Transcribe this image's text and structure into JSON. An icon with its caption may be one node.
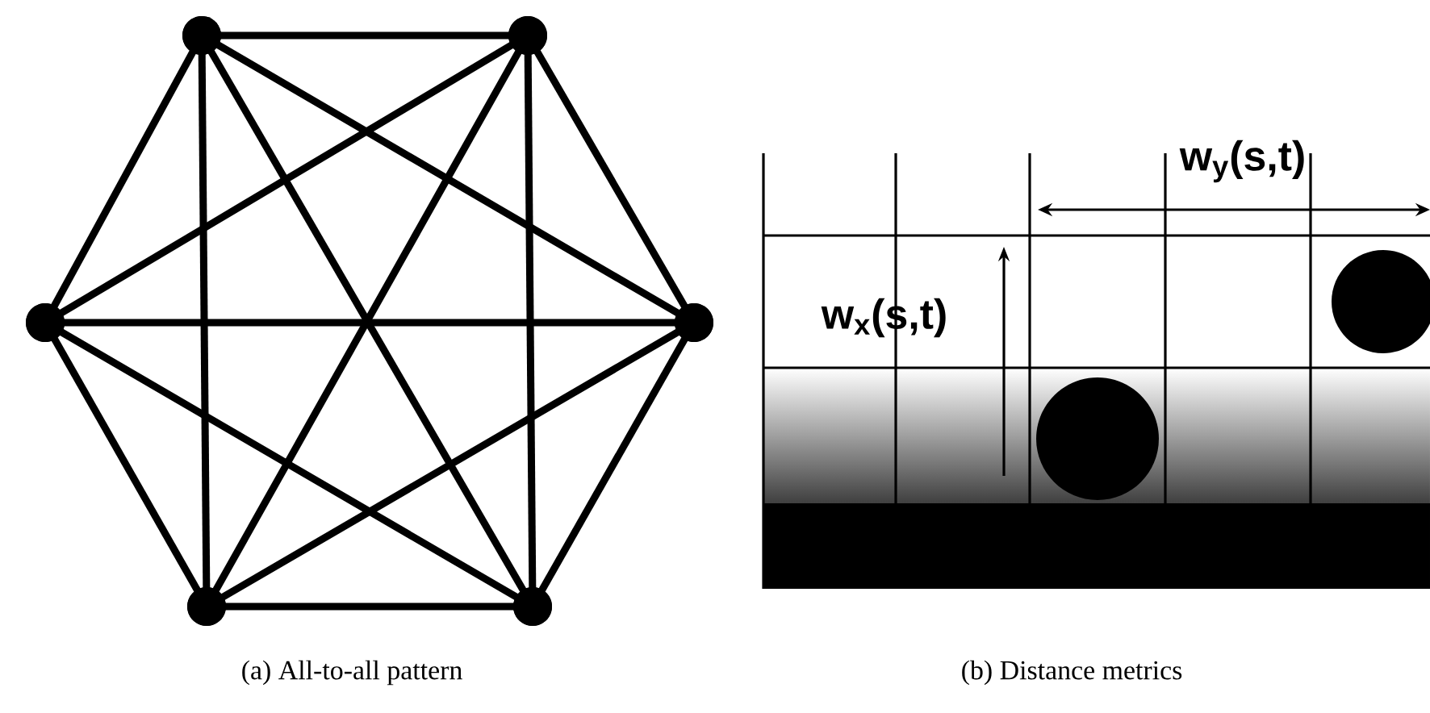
{
  "diagram": {
    "nodes": [
      {
        "text": [],
        "shape": "circle"
      },
      {
        "text": [],
        "shape": "circle"
      },
      {
        "text": [],
        "shape": "circle"
      },
      {
        "text": [],
        "shape": "circle"
      },
      {
        "text": [],
        "shape": "circle"
      },
      {
        "text": [],
        "shape": "circle"
      }
    ],
    "edges": [
      {
        "from": 0,
        "to": 1,
        "arrow": "none"
      },
      {
        "from": 0,
        "to": 2,
        "arrow": "none"
      },
      {
        "from": 0,
        "to": 3,
        "arrow": "none"
      },
      {
        "from": 0,
        "to": 4,
        "arrow": "none"
      },
      {
        "from": 0,
        "to": 5,
        "arrow": "none"
      },
      {
        "from": 1,
        "to": 2,
        "arrow": "none"
      },
      {
        "from": 1,
        "to": 3,
        "arrow": "none"
      },
      {
        "from": 1,
        "to": 4,
        "arrow": "none"
      },
      {
        "from": 1,
        "to": 5,
        "arrow": "none"
      },
      {
        "from": 2,
        "to": 3,
        "arrow": "none"
      },
      {
        "from": 2,
        "to": 4,
        "arrow": "none"
      },
      {
        "from": 2,
        "to": 5,
        "arrow": "none"
      },
      {
        "from": 3,
        "to": 4,
        "arrow": "none"
      },
      {
        "from": 3,
        "to": 5,
        "arrow": "none"
      },
      {
        "from": 4,
        "to": 5,
        "arrow": "none"
      }
    ],
    "labels": [
      "w$_{y}$(s,t)",
      "w$_{x}$(s,t)",
      "(a) All-to-all pattern",
      "(b) Distance metrics"
    ]
  }
}
